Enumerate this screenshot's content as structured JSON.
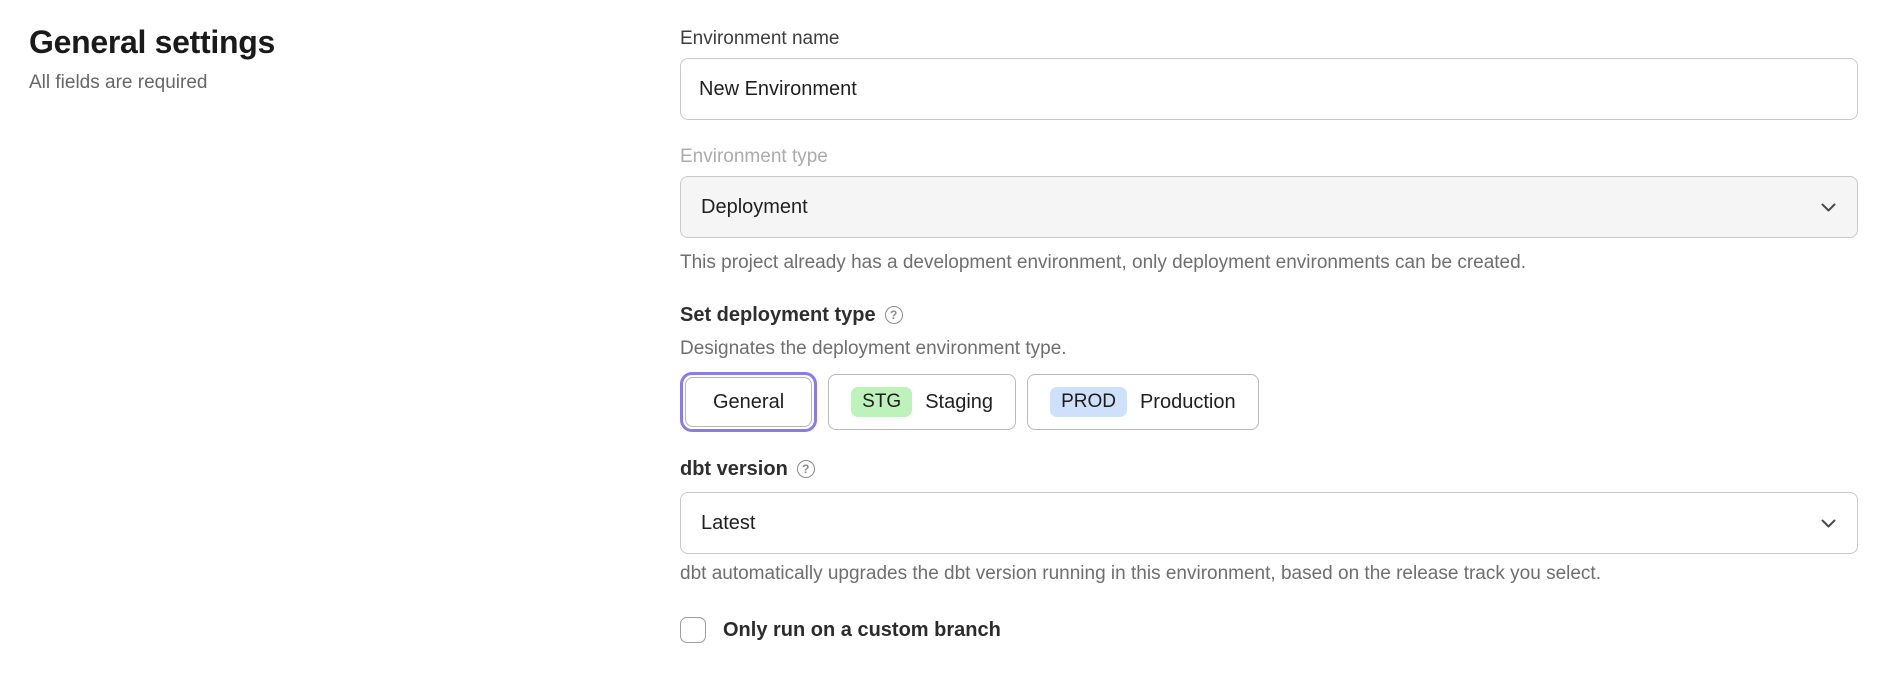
{
  "page": {
    "title": "General settings",
    "subtitle": "All fields are required"
  },
  "form": {
    "environment_name": {
      "label": "Environment name",
      "value": "New Environment"
    },
    "environment_type": {
      "label": "Environment type",
      "value": "Deployment",
      "state": "disabled",
      "helper": "This project already has a development environment, only deployment environments can be created."
    },
    "deployment_type": {
      "label": "Set deployment type",
      "description": "Designates the deployment environment type.",
      "options": [
        {
          "label": "General",
          "badge": "",
          "selected": true
        },
        {
          "label": "Staging",
          "badge": "STG",
          "selected": false
        },
        {
          "label": "Production",
          "badge": "PROD",
          "selected": false
        }
      ]
    },
    "dbt_version": {
      "label": "dbt version",
      "value": "Latest",
      "helper": "dbt automatically upgrades the dbt version running in this environment, based on the release track you select."
    },
    "custom_branch": {
      "label": "Only run on a custom branch",
      "checked": false
    }
  },
  "icons": {
    "help_glyph": "?",
    "help": "question-circle",
    "select_chevron": "chevron-down"
  },
  "colors": {
    "selected_outline": "#8a7be8",
    "staging_badge_bg": "#bdf2bb",
    "production_badge_bg": "#cfe1fa",
    "disabled_field_bg": "#f5f5f5"
  }
}
